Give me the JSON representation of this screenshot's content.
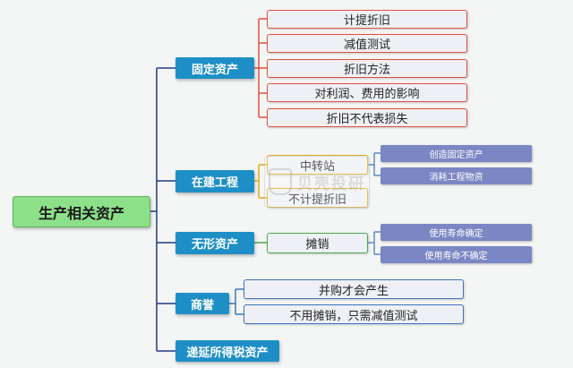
{
  "root": {
    "label": "生产相关资产"
  },
  "watermark": {
    "text": "贝壳投研"
  },
  "colors": {
    "category_bg": "#1e8fc6",
    "root_bg": "#8ce08a",
    "sub_bg": "#7b87c4",
    "branch_red": "#e0533a",
    "branch_gold": "#e2a818",
    "branch_green": "#4aa84a",
    "branch_blue": "#3f73bd",
    "branch_navy": "#223a80"
  },
  "categories": [
    {
      "label": "固定资产",
      "children": [
        {
          "label": "计提折旧"
        },
        {
          "label": "减值测试"
        },
        {
          "label": "折旧方法"
        },
        {
          "label": "对利润、费用的影响"
        },
        {
          "label": "折旧不代表损失"
        }
      ]
    },
    {
      "label": "在建工程",
      "children": [
        {
          "label": "中转站",
          "children": [
            {
              "label": "创造固定资产"
            },
            {
              "label": "消耗工程物资"
            }
          ]
        },
        {
          "label": "不计提折旧"
        }
      ]
    },
    {
      "label": "无形资产",
      "children": [
        {
          "label": "摊销",
          "children": [
            {
              "label": "使用寿命确定"
            },
            {
              "label": "使用寿命不确定"
            }
          ]
        }
      ]
    },
    {
      "label": "商誉",
      "children": [
        {
          "label": "并购才会产生"
        },
        {
          "label": "不用摊销，只需减值测试"
        }
      ]
    },
    {
      "label": "递延所得税资产",
      "children": []
    }
  ]
}
